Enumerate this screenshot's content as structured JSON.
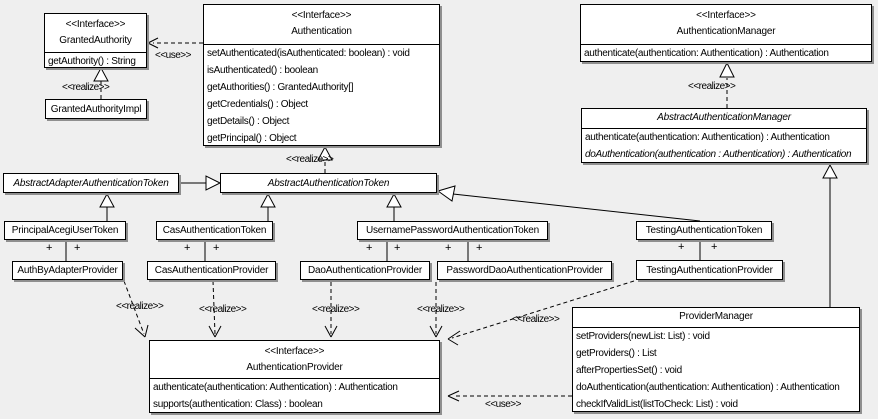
{
  "diagram": {
    "background_color": "#efefef",
    "box_fill": "#ffffff",
    "line_color": "#000000",
    "shadow_color": "#8f8f8f"
  },
  "edge_labels": {
    "use": "<<use>>",
    "realize": "<<realize>>",
    "plus": "+"
  },
  "classes": {
    "granted_authority": {
      "stereotype": "<<Interface>>",
      "name": "GrantedAuthority",
      "methods": [
        "getAuthority() : String"
      ]
    },
    "granted_authority_impl": {
      "name": "GrantedAuthorityImpl"
    },
    "authentication": {
      "stereotype": "<<Interface>>",
      "name": "Authentication",
      "methods": [
        "setAuthenticated(isAuthenticated: boolean) : void",
        "isAuthenticated() : boolean",
        "getAuthorities() : GrantedAuthority[]",
        "getCredentials() : Object",
        "getDetails() : Object",
        "getPrincipal() : Object"
      ]
    },
    "authentication_manager": {
      "stereotype": "<<Interface>>",
      "name": "AuthenticationManager",
      "methods": [
        "authenticate(authentication: Authentication) : Authentication"
      ]
    },
    "abstract_authentication_manager": {
      "name": "AbstractAuthenticationManager",
      "methods": [
        "authenticate(authentication: Authentication) : Authentication",
        "doAuthentication(authentication : Authentication) : Authentication"
      ]
    },
    "abstract_adapter_authentication_token": {
      "name": "AbstractAdapterAuthenticationToken"
    },
    "abstract_authentication_token": {
      "name": "AbstractAuthenticationToken"
    },
    "principal_acegi_user_token": {
      "name": "PrincipalAcegiUserToken"
    },
    "cas_authentication_token": {
      "name": "CasAuthenticationToken"
    },
    "username_password_authentication_token": {
      "name": "UsernamePasswordAuthenticationToken"
    },
    "testing_authentication_token": {
      "name": "TestingAuthenticationToken"
    },
    "auth_by_adapter_provider": {
      "name": "AuthByAdapterProvider"
    },
    "cas_authentication_provider": {
      "name": "CasAuthenticationProvider"
    },
    "dao_authentication_provider": {
      "name": "DaoAuthenticationProvider"
    },
    "password_dao_authentication_provider": {
      "name": "PasswordDaoAuthenticationProvider"
    },
    "testing_authentication_provider": {
      "name": "TestingAuthenticationProvider"
    },
    "authentication_provider": {
      "stereotype": "<<Interface>>",
      "name": "AuthenticationProvider",
      "methods": [
        "authenticate(authentication: Authentication) : Authentication",
        "supports(authentication: Class) : boolean"
      ]
    },
    "provider_manager": {
      "name": "ProviderManager",
      "methods": [
        "setProviders(newList: List) : void",
        "getProviders() : List",
        "afterPropertiesSet() : void",
        "doAuthentication(authentication: Authentication) : Authentication",
        "checkIfValidList(listToCheck: List) : void"
      ]
    }
  }
}
